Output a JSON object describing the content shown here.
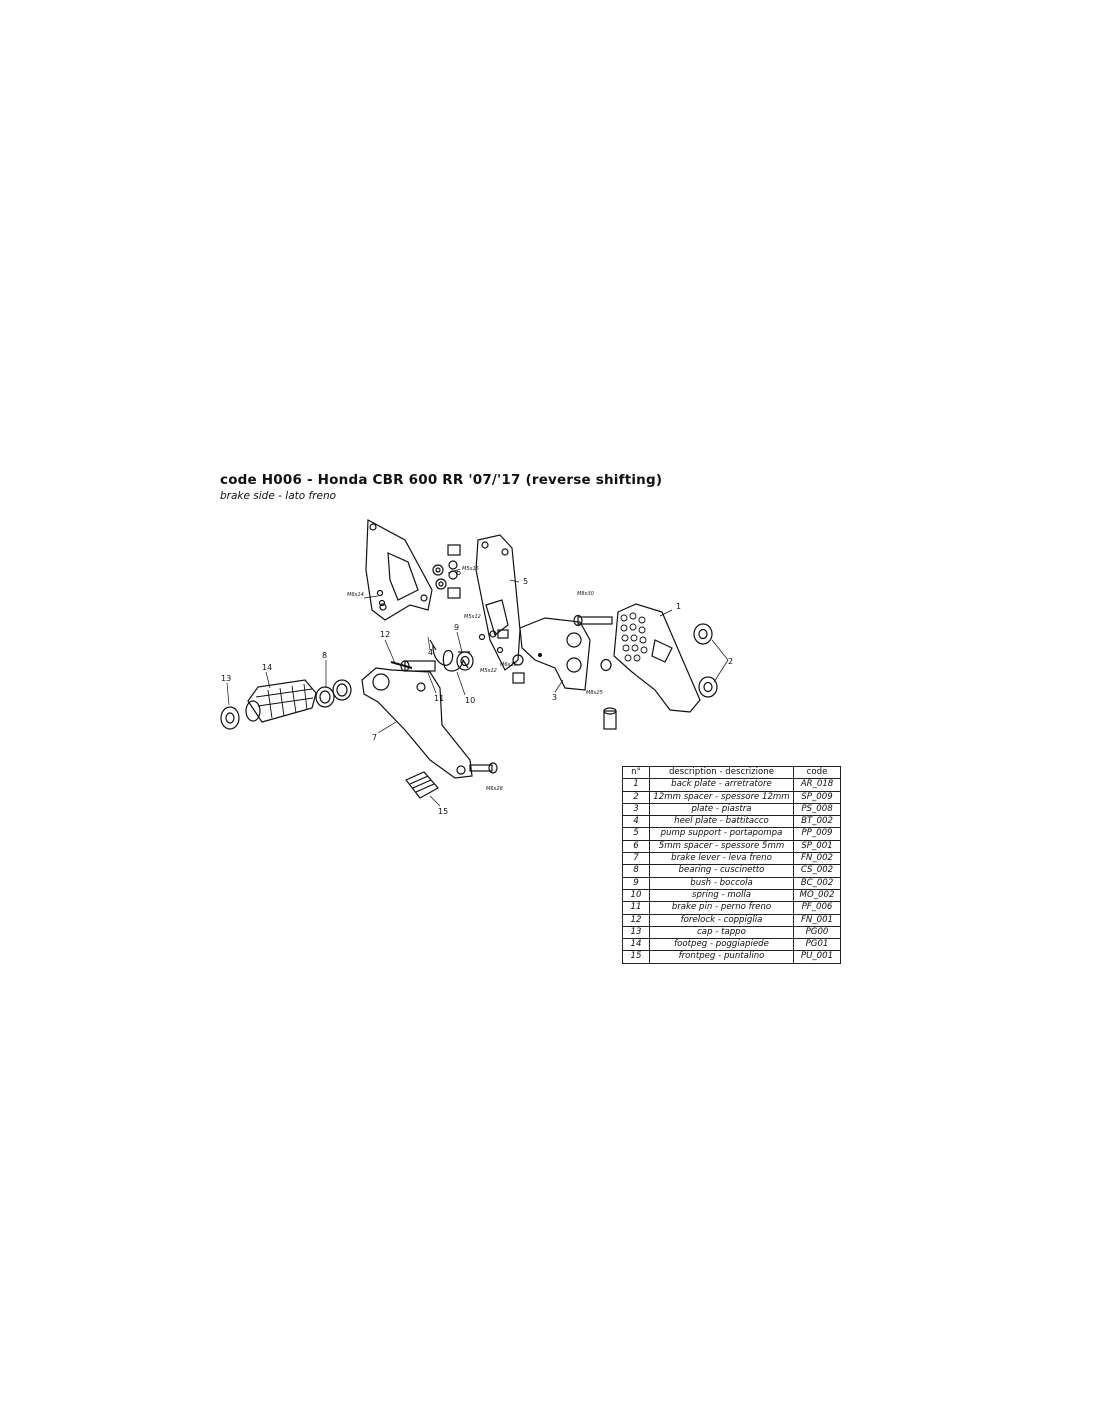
{
  "header": {
    "title": "code H006 - Honda CBR 600 RR '07/'17 (reverse shifting)",
    "subtitle": "brake side - lato freno"
  },
  "callouts": {
    "p1": "1",
    "p2": "2",
    "p3": "3",
    "p4": "4",
    "p5": "5",
    "p6": "6",
    "p7": "7",
    "p8": "8",
    "p9": "9",
    "p10": "10",
    "p11": "11",
    "p12": "12",
    "p13": "13",
    "p14": "14",
    "p15": "15"
  },
  "screws": {
    "s1": "M6x14",
    "s2": "M5x16",
    "s3": "M8x30",
    "s4": "M5x12",
    "s5": "M5x12",
    "s6": "M6x16",
    "s7": "M8x25",
    "s8": "M6x28"
  },
  "parts_table": {
    "headers": {
      "n": "n°",
      "description": "description - descrizione",
      "code": "code"
    },
    "rows": [
      {
        "n": "1",
        "description": "back plate - arretratore",
        "code": "AR_018"
      },
      {
        "n": "2",
        "description": "12mm spacer - spessore 12mm",
        "code": "SP_009"
      },
      {
        "n": "3",
        "description": "plate - piastra",
        "code": "PS_008"
      },
      {
        "n": "4",
        "description": "heel plate - battitacco",
        "code": "BT_002"
      },
      {
        "n": "5",
        "description": "pump support - portapompa",
        "code": "PP_009"
      },
      {
        "n": "6",
        "description": "5mm spacer - spessore 5mm",
        "code": "SP_001"
      },
      {
        "n": "7",
        "description": "brake lever - leva freno",
        "code": "FN_002"
      },
      {
        "n": "8",
        "description": "bearing - cuscinetto",
        "code": "CS_002"
      },
      {
        "n": "9",
        "description": "bush - boccola",
        "code": "BC_002"
      },
      {
        "n": "10",
        "description": "spring - molla",
        "code": "MO_002"
      },
      {
        "n": "11",
        "description": "brake pin - perno freno",
        "code": "PF_006"
      },
      {
        "n": "12",
        "description": "forelock - coppiglia",
        "code": "FN_001"
      },
      {
        "n": "13",
        "description": "cap - tappo",
        "code": "PG00"
      },
      {
        "n": "14",
        "description": "footpeg - poggiapiede",
        "code": "PG01"
      },
      {
        "n": "15",
        "description": "frontpeg - puntalino",
        "code": "PU_001"
      }
    ]
  }
}
